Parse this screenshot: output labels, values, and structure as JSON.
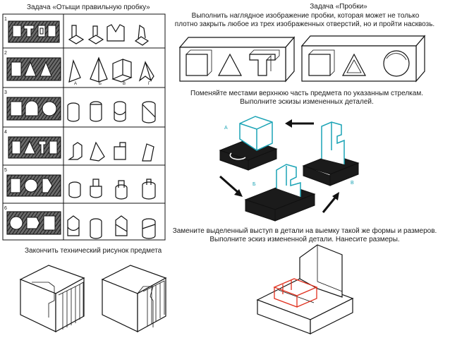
{
  "task1": {
    "title": "Задача «Отыщи правильную пробку»"
  },
  "task2": {
    "title": "Задача «Пробки»",
    "desc_line1": "Выполнить наглядное изображение пробки, которая может не только",
    "desc_line2": "плотно закрыть любое из трех изображенных отверстий, но и пройти насквозь."
  },
  "task3": {
    "line1": "Поменяйте местами верхнюю часть предмета по указанным стрелкам.",
    "line2": "Выполните эскизы измененных деталей."
  },
  "task4": {
    "line1": "Замените выделенный выступ в детали на выемку такой же формы и размеров.",
    "line2": "Выполните эскиз измененной детали. Нанесите размеры."
  },
  "task5": {
    "title": "Закончить технический рисунок предмета"
  },
  "grid": {
    "row_numbers": [
      "1",
      "2",
      "3",
      "4",
      "5",
      "6"
    ],
    "option_letters": [
      "А",
      "Б",
      "В",
      "Г"
    ]
  },
  "part_labels": [
    "А",
    "Б",
    "В"
  ],
  "colors": {
    "accent_cyan": "#1aa3b5",
    "highlight_red": "#e0301e"
  }
}
